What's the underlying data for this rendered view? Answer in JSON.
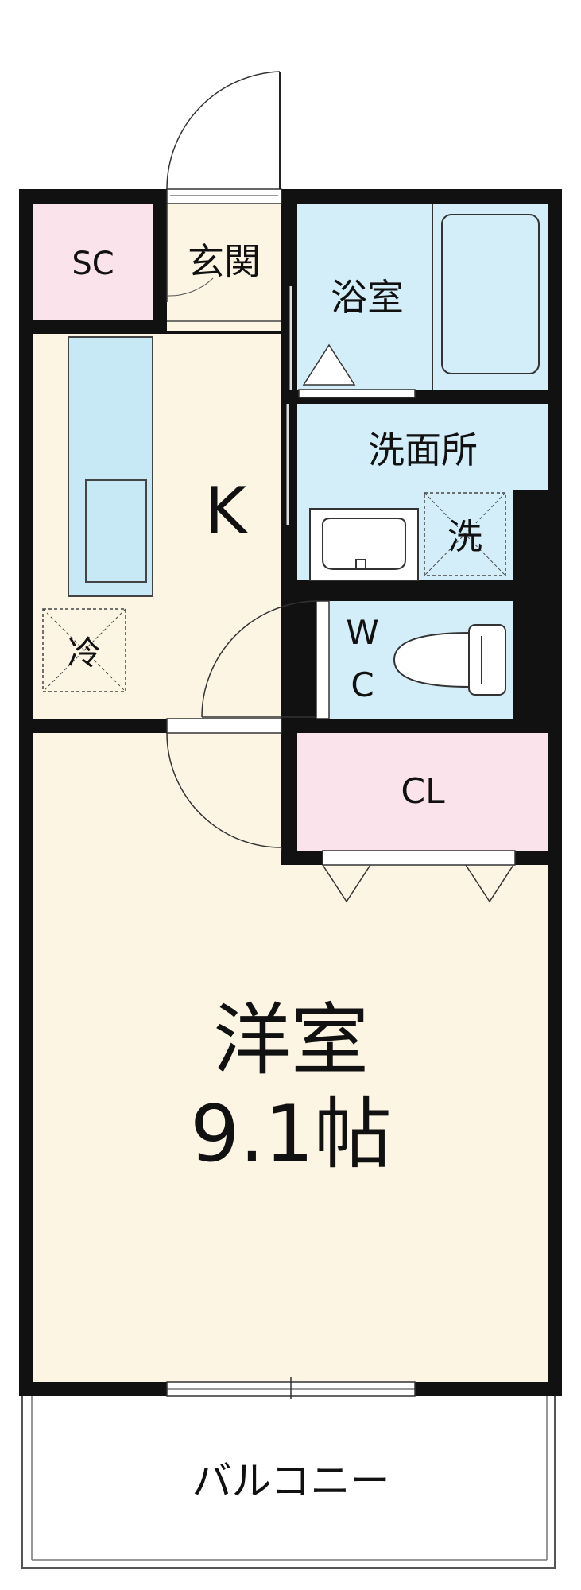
{
  "rooms": {
    "sc": "SC",
    "entrance": "玄関",
    "bath": "浴室",
    "washroom": "洗面所",
    "washer": "洗",
    "kitchen": "K",
    "fridge": "冷",
    "wc_w": "W",
    "wc_c": "C",
    "closet": "CL",
    "western_room": "洋室",
    "western_room_size": "9.1帖",
    "balcony": "バルコニー"
  },
  "colors": {
    "wall": "#111111",
    "floor": "#fdf5e4",
    "water": "#d3eef8",
    "storage": "#fbe3ec",
    "fixture": "#c7e8f5"
  }
}
